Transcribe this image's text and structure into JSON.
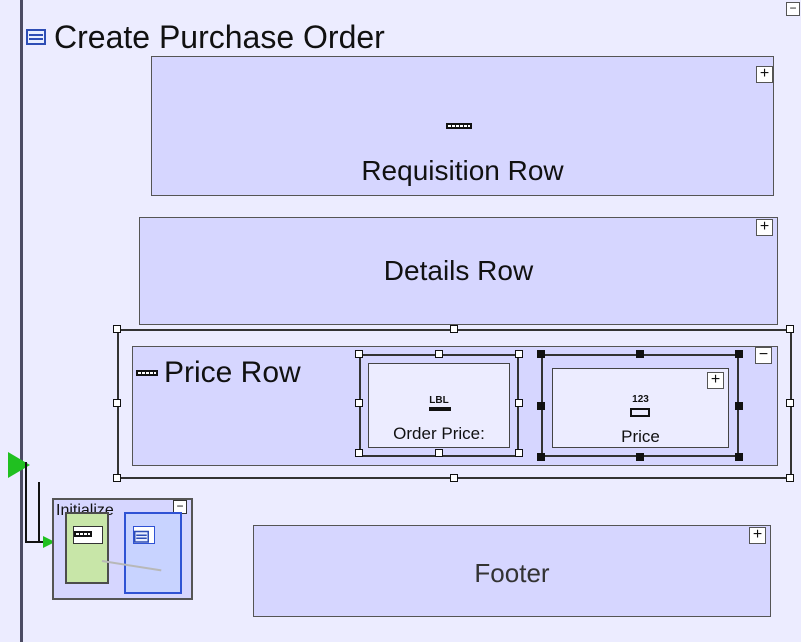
{
  "page": {
    "title": "Create Purchase Order",
    "collapse_symbol": "−"
  },
  "rows": [
    {
      "label": "Requisition Row",
      "button": "+"
    },
    {
      "label": "Details Row",
      "button": "+"
    },
    {
      "label": "Price Row",
      "button": "−"
    },
    {
      "label": "Footer",
      "button": "+"
    }
  ],
  "price_row": {
    "order_price_icon": "LBL",
    "order_price_label": "Order Price:",
    "price_icon": "123",
    "price_label": "Price",
    "price_button": "+"
  },
  "mini_diagram": {
    "title": "Initialize",
    "collapse_symbol": "−"
  },
  "icons": {
    "form_icon": "form-icon",
    "row_icon": "row-icon",
    "label_icon": "label-icon",
    "number_icon": "number-icon",
    "green_arrow": "start-arrow-icon"
  },
  "colors": {
    "canvas": "#ececff",
    "row_fill": "#d6d6ff",
    "green": "#20c020",
    "blue": "#2f52d4"
  }
}
